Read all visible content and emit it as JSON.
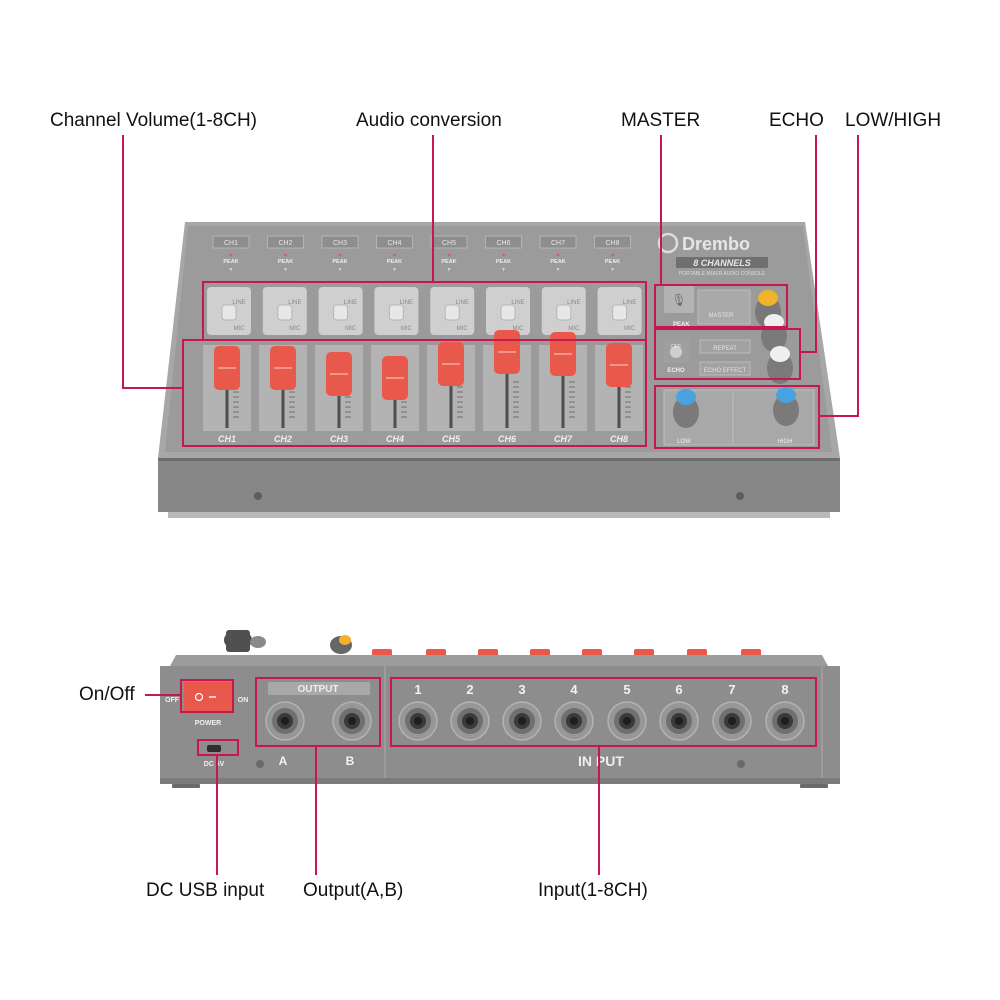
{
  "callouts": {
    "channel_volume": "Channel Volume(1-8CH)",
    "audio_conversion": "Audio conversion",
    "master": "MASTER",
    "echo": "ECHO",
    "low_high": "LOW/HIGH",
    "on_off": "On/Off",
    "dc_usb_input": "DC USB input",
    "output_ab": "Output(A,B)",
    "input_1_8": "Input(1-8CH)"
  },
  "top_panel": {
    "brand": "Drembo",
    "model_badge": "8 CHANNELS",
    "model_subtitle": "PORTABLE MIXER AUDIO CONSOLE",
    "peak_label": "PEAK",
    "line_label": "LINE",
    "mic_label": "MIC",
    "master_label": "MASTER",
    "repeat_label": "REPEAT",
    "echo_effect_label": "ECHO EFFECT",
    "echo_label": "ECHO",
    "off_label": "OFF",
    "low_label": "LOW",
    "high_label": "HIGH",
    "channels": [
      "CH1",
      "CH2",
      "CH3",
      "CH4",
      "CH5",
      "CH6",
      "CH7",
      "CH8"
    ]
  },
  "rear_panel": {
    "off_label": "OFF",
    "on_label": "ON",
    "power_label": "POWER",
    "dc_label": "DC 5V",
    "output_label": "OUTPUT",
    "output_a": "A",
    "output_b": "B",
    "input_label": "IN PUT",
    "input_numbers": [
      "1",
      "2",
      "3",
      "4",
      "5",
      "6",
      "7",
      "8"
    ]
  },
  "colors": {
    "highlight": "#c8164f",
    "fader_cap": "#e8584b",
    "knob_yellow": "#f2b32a",
    "knob_blue": "#4aa3e0",
    "body": "#8d8d8d"
  }
}
